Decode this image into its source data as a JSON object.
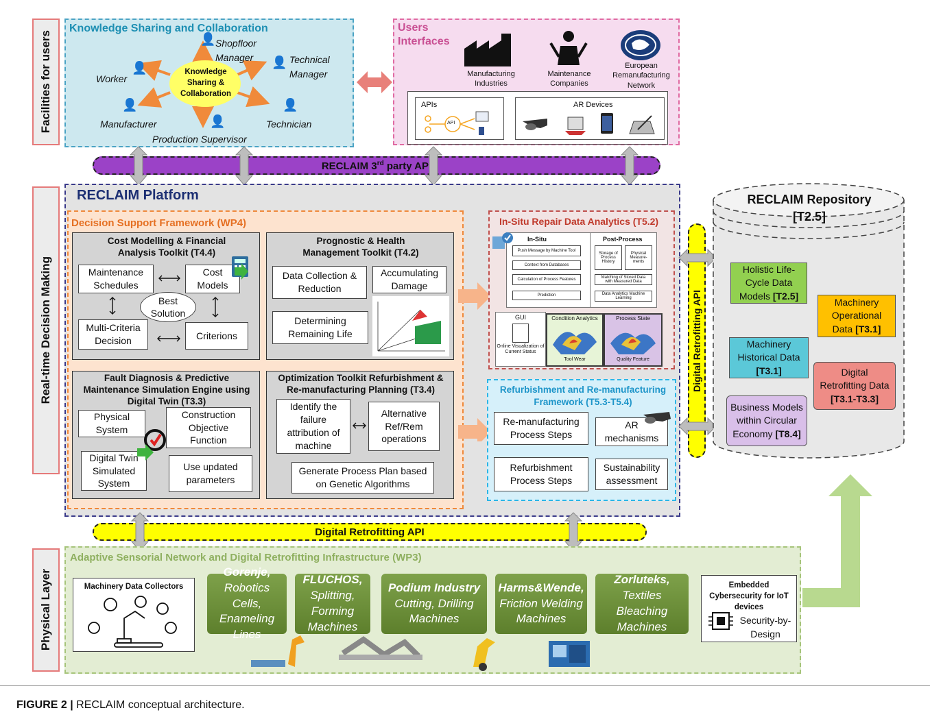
{
  "side_labels": {
    "facilities": "Facilities for users",
    "realtime": "Real-time Decision Making",
    "physical": "Physical Layer"
  },
  "knowledge": {
    "title": "Knowledge Sharing and Collaboration",
    "center": "Knowledge Sharing & Collaboration",
    "roles": {
      "shopfloor": "Shopfloor Manager",
      "technical_manager": "Technical Manager",
      "worker": "Worker",
      "manufacturer": "Manufacturer",
      "technician": "Technician",
      "production_supervisor": "Production Supervisor"
    }
  },
  "users_interfaces": {
    "title": "Users Interfaces",
    "items": [
      "Manufacturing Industries",
      "Maintenance Companies",
      "European Remanufacturing Network"
    ],
    "apis_label": "APIs",
    "api_small": "API",
    "ar_label": "AR Devices"
  },
  "third_party_api": {
    "prefix": "RECLAIM 3",
    "sup": "rd",
    "suffix": " party API"
  },
  "platform": {
    "title": "RECLAIM Platform"
  },
  "dsf": {
    "title": "Decision Support Framework (WP4)",
    "cost": {
      "title": "Cost Modelling & Financial Analysis Toolkit (T4.4)",
      "maintenance": "Maintenance Schedules",
      "cost_models": "Cost Models",
      "best_solution": "Best Solution",
      "multi_criteria": "Multi-Criteria Decision",
      "criterions": "Criterions"
    },
    "phm": {
      "title": "Prognostic & Health Management Toolkit (T4.2)",
      "data_collection": "Data Collection & Reduction",
      "accumulating": "Accumulating Damage",
      "remaining": "Determining Remaining Life"
    },
    "fault": {
      "title": "Fault Diagnosis & Predictive Maintenance Simulation Engine using Digital Twin (T3.3)",
      "physical": "Physical System",
      "construction": "Construction Objective Function",
      "dt": "Digital Twin Simulated System",
      "updated": "Use updated parameters"
    },
    "opt": {
      "title": "Optimization Toolkit Refurbishment & Re-manufacturing Planning (T3.4)",
      "identify": "Identify the failure attribution of machine",
      "alternative": "Alternative Ref/Rem operations",
      "generate": "Generate Process Plan based on Genetic Algorithms"
    }
  },
  "insitu": {
    "title": "In-Situ Repair Data Analytics (T5.2)",
    "in_situ": "In-Situ",
    "post_process": "Post-Process",
    "flow_left": [
      "Push Message by Machine Tool",
      "Context from Databases",
      "Calculation of Process Features",
      "Prediction"
    ],
    "flow_right": [
      "Storage of Process History",
      "Physical Measure-ments",
      "Matching of Stored Data with Measured Data",
      "Data Analytics Machine Learning"
    ],
    "gui": "GUI",
    "gui_caption": "Online Visualization of Current Status",
    "condition": "Condition Analytics",
    "tool_wear": "Tool Wear",
    "process_state": "Process State",
    "quality": "Quality Feature"
  },
  "refurb": {
    "title": "Refurbishment and Re-manufacturing Framework (T5.3-T5.4)",
    "reman": "Re-manufacturing Process Steps",
    "ar": "AR mechanisms",
    "refurb_steps": "Refurbishment Process Steps",
    "sustain": "Sustainability assessment"
  },
  "dr_api_vertical": "Digital Retrofitting API",
  "dr_api_horizontal": "Digital Retrofitting API",
  "repository": {
    "title": "RECLAIM Repository [T2.5]",
    "holistic": {
      "text": "Holistic Life-Cycle Data Models ",
      "ref": "[T2.5]"
    },
    "operational": {
      "text": "Machinery Operational Data ",
      "ref": "[T3.1]"
    },
    "historical": {
      "text": "Machinery Historical Data ",
      "ref": "[T3.1]"
    },
    "retrofitting": {
      "text": "Digital Retrofitting Data ",
      "ref": "[T3.1-T3.3]"
    },
    "business": {
      "text": "Business Models within Circular Economy ",
      "ref": "[T8.4]"
    }
  },
  "physical": {
    "title": "Adaptive Sensorial Network and Digital Retrofitting Infrastructure (WP3)",
    "collectors": "Machinery Data Collectors",
    "pilots": [
      {
        "name": "Gorenje,",
        "desc": "Robotics Cells, Enameling Lines"
      },
      {
        "name": "FLUCHOS,",
        "desc": "Splitting, Forming Machines"
      },
      {
        "name": "Podium Industry",
        "desc": "Cutting, Drilling Machines"
      },
      {
        "name": "Harms&Wende,",
        "desc": "Friction Welding Machines"
      },
      {
        "name": "Zorluteks,",
        "desc": "Textiles Bleaching Machines"
      }
    ],
    "cyber_title": "Embedded Cybersecurity for IoT devices",
    "cyber_text": "Security-by-Design"
  },
  "caption": {
    "label": "FIGURE 2 |",
    "text": " RECLAIM conceptual architecture."
  },
  "colors": {
    "knowledge_bg": "#cde8ef",
    "knowledge_border": "#4aa3c4",
    "users_bg": "#f6dcef",
    "users_border": "#e06aa2",
    "purple": "#9b42c7",
    "yellow": "#ffff00",
    "platform_border": "#3a3a8a",
    "dsf_bg": "#fde3cf",
    "dsf_border": "#f0893a",
    "insitu_border": "#c0504d",
    "refurb_bg": "#d6f0fa",
    "refurb_border": "#2bb5e6",
    "physical_bg": "#e3edd3",
    "physical_border": "#a6c47a",
    "green_title": "#8fb060",
    "rep_green": "#92d050",
    "rep_orange": "#ffc000",
    "rep_blue": "#5bc8d8",
    "rep_red": "#ee8c86",
    "rep_purple": "#d9bfe9"
  }
}
